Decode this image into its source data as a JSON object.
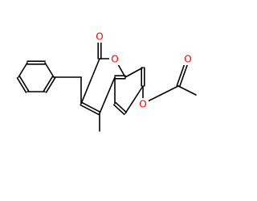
{
  "structure": {
    "atoms": {
      "carbonyl_oxygen": {
        "symbol": "O",
        "color": "#ff0000"
      },
      "ring_oxygen": {
        "symbol": "O",
        "color": "#ff0000"
      },
      "ether_oxygen": {
        "symbol": "O",
        "color": "#ff0000"
      },
      "ketone_oxygen": {
        "symbol": "O",
        "color": "#ff0000"
      }
    },
    "bond_color": "#000000"
  }
}
